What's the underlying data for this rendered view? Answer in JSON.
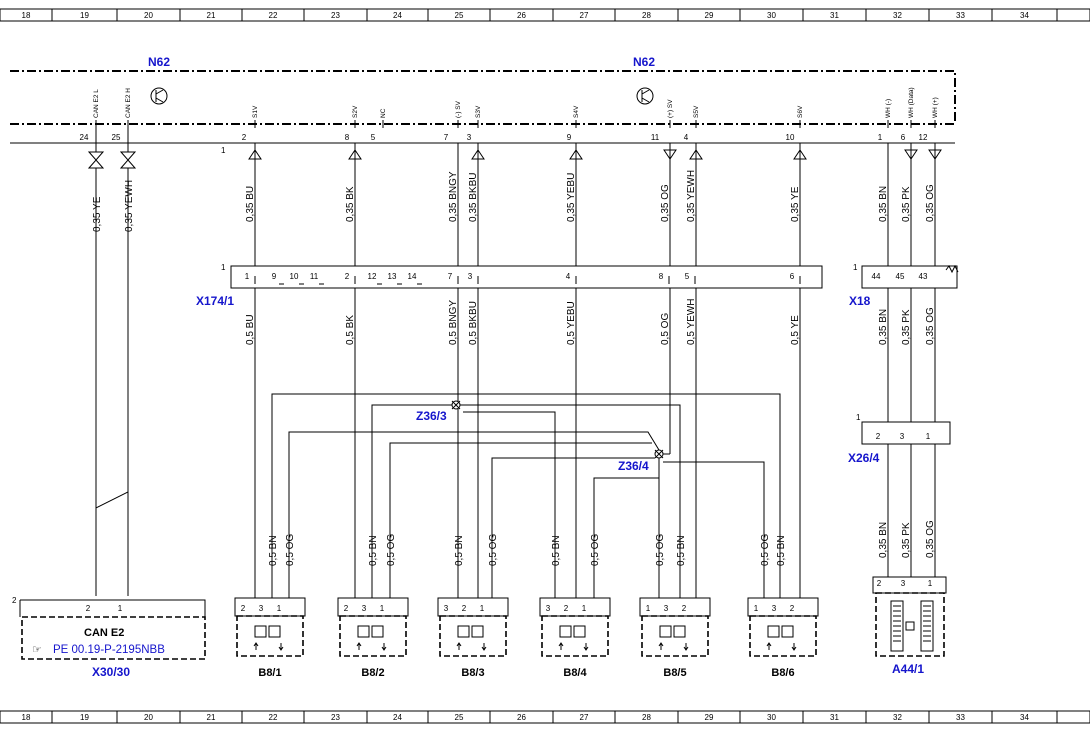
{
  "ruler": [
    "18",
    "19",
    "20",
    "21",
    "22",
    "23",
    "24",
    "25",
    "26",
    "27",
    "28",
    "29",
    "30",
    "31",
    "32",
    "33",
    "34"
  ],
  "control_unit": {
    "label_left": "N62",
    "label_right": "N62",
    "pins_left": [
      {
        "num": "24",
        "signal": "CAN E2 L"
      },
      {
        "num": "25",
        "signal": "CAN E2 H"
      }
    ],
    "pins_main": [
      {
        "num": "2",
        "signal": "S1V"
      },
      {
        "num": "8",
        "signal": "S2V"
      },
      {
        "num": "5",
        "signal": "NC"
      },
      {
        "num": "7",
        "signal": "(-) SV"
      },
      {
        "num": "3",
        "signal": "S3V"
      },
      {
        "num": "9",
        "signal": "S4V"
      },
      {
        "num": "11",
        "signal": "(+) SV"
      },
      {
        "num": "4",
        "signal": "S5V"
      },
      {
        "num": "10",
        "signal": "S6V"
      },
      {
        "num": "1",
        "signal": "WH (-)"
      },
      {
        "num": "6",
        "signal": "WH (Data)"
      },
      {
        "num": "12",
        "signal": "WH (+)"
      }
    ],
    "index_label": "1"
  },
  "wires_upper": [
    "0,35 YE",
    "0,35 YEWH",
    "0,35 BU",
    "0,35 BK",
    "0,35 BNGY",
    "0,35 BKBU",
    "0,35 YEBU",
    "0,35 OG",
    "0,35 YEWH",
    "0,35 YE",
    "0,35 BN",
    "0,35 PK",
    "0,35 OG"
  ],
  "wires_lower": [
    "0,5 BU",
    "0,5 BK",
    "0,5 BNGY",
    "0,5 BKBU",
    "0,5 YEBU",
    "0,5 OG",
    "0,5 YEWH",
    "0,5 YE",
    "0,35 BN",
    "0,35 PK",
    "0,35 OG"
  ],
  "connector_x174": {
    "label": "X174/1",
    "index": "1",
    "pins_used": [
      "1",
      "2",
      "7",
      "3",
      "4",
      "8",
      "5",
      "6"
    ],
    "pins_unused": [
      "9",
      "10",
      "11",
      "12",
      "13",
      "14"
    ]
  },
  "connector_x18": {
    "label": "X18",
    "index": "1",
    "pins": [
      "44",
      "45",
      "43"
    ]
  },
  "connector_x26": {
    "label": "X26/4",
    "index": "1",
    "pins": [
      "2",
      "3",
      "1"
    ]
  },
  "splices": [
    "Z36/3",
    "Z36/4"
  ],
  "sensor_wires": [
    "0,5 BN",
    "0,5 OG",
    "0,5 BN",
    "0,5 OG",
    "0,5 BN",
    "0,5 OG",
    "0,5 BN",
    "0,5 OG",
    "0,5 OG",
    "0,5 BN",
    "0,5 OG",
    "0,5 BN"
  ],
  "sensors": [
    {
      "label": "B8/1",
      "pins": [
        "2",
        "3",
        "1"
      ]
    },
    {
      "label": "B8/2",
      "pins": [
        "2",
        "3",
        "1"
      ]
    },
    {
      "label": "B8/3",
      "pins": [
        "3",
        "2",
        "1"
      ]
    },
    {
      "label": "B8/4",
      "pins": [
        "3",
        "2",
        "1"
      ]
    },
    {
      "label": "B8/5",
      "pins": [
        "1",
        "3",
        "2"
      ]
    },
    {
      "label": "B8/6",
      "pins": [
        "1",
        "3",
        "2"
      ]
    }
  ],
  "a44": {
    "label": "A44/1",
    "wires": [
      "0,35 BN",
      "0,35 PK",
      "0,35 OG"
    ],
    "pins": [
      "2",
      "3",
      "1"
    ]
  },
  "x30": {
    "label": "X30/30",
    "index": "2",
    "title": "CAN E2",
    "reference": "PE 00.19-P-2195NBB",
    "pins": [
      "2",
      "1"
    ]
  }
}
